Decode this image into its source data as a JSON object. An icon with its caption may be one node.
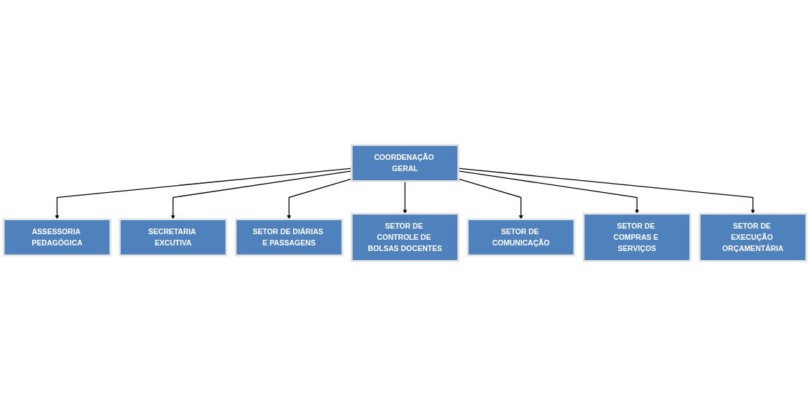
{
  "diagram": {
    "nodes": [
      {
        "text": [
          "COORDENAÇÃO GERAL"
        ]
      },
      {
        "text": [
          "ASSESSORIA PEDAGÓGICA"
        ]
      },
      {
        "text": [
          "SECRETARIA EXCUTIVA"
        ]
      },
      {
        "text": [
          "SETOR DE DIÁRIAS E PASSAGENS"
        ]
      },
      {
        "text": [
          "SETOR DE CONTROLE DE BOLSAS DOCENTES"
        ]
      },
      {
        "text": [
          "SETOR DE COMUNICAÇÃO"
        ]
      },
      {
        "text": [
          "SETOR DE COMPRAS E SERVIÇOS"
        ]
      },
      {
        "text": [
          "SETOR DE EXECUÇÃO ORÇAMENTÁRIA"
        ]
      }
    ],
    "edges": [
      {
        "from": 0,
        "to": 1,
        "arrow": "to"
      },
      {
        "from": 0,
        "to": 2,
        "arrow": "to"
      },
      {
        "from": 0,
        "to": 3,
        "arrow": "to"
      },
      {
        "from": 0,
        "to": 4,
        "arrow": "to"
      },
      {
        "from": 0,
        "to": 5,
        "arrow": "to"
      },
      {
        "from": 0,
        "to": 6,
        "arrow": "to"
      },
      {
        "from": 0,
        "to": 7,
        "arrow": "to"
      }
    ]
  }
}
